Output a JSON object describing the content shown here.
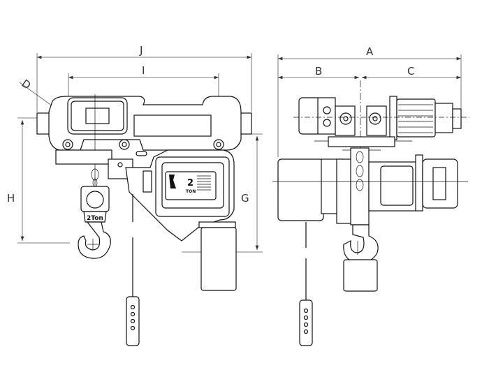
{
  "dimensions": {
    "J": "J",
    "I": "I",
    "D": "D",
    "H": "H",
    "G": "G",
    "A": "A",
    "B": "B",
    "C": "C"
  },
  "front_view": {
    "hook_block_label": "2Ton",
    "nameplate_capacity": "2",
    "nameplate_unit": "TON"
  },
  "colors": {
    "line": "#111111",
    "dimension": "#555555",
    "background": "#ffffff"
  }
}
